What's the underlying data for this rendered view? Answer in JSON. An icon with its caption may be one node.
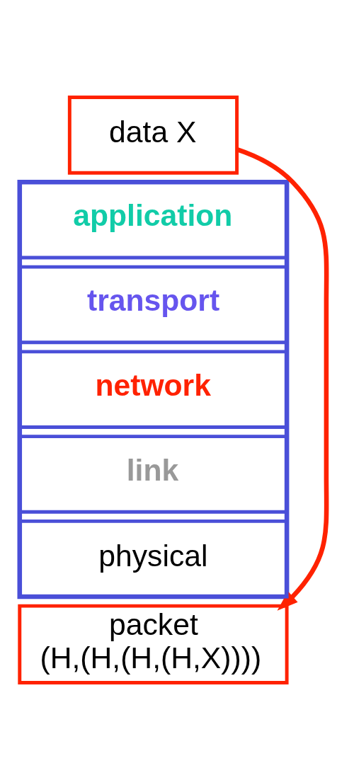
{
  "diagram": {
    "nodes": [
      {
        "text": [
          "data X"
        ]
      },
      {
        "text": [],
        "shape": "box"
      },
      {
        "text": [
          "application"
        ],
        "in": 1
      },
      {
        "text": [
          "transport"
        ],
        "in": 1
      },
      {
        "text": [
          "network"
        ],
        "in": 1
      },
      {
        "text": [
          "link"
        ],
        "in": 1
      },
      {
        "text": [
          "physical"
        ],
        "in": 1
      },
      {
        "text": [
          "packet",
          "(H,(H,(H,(H,X))))"
        ]
      }
    ],
    "edges": [
      {
        "from": 0,
        "to": 7,
        "arrow": "to",
        "color": "#ff2200"
      }
    ]
  }
}
